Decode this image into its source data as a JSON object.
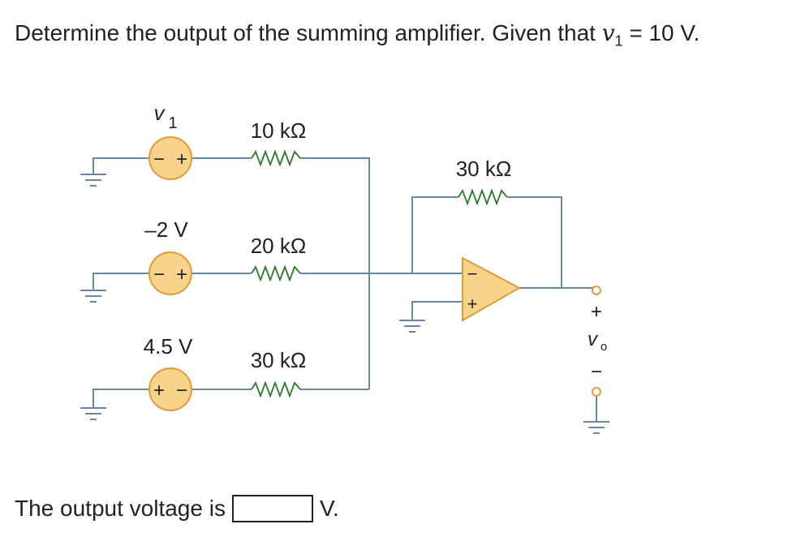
{
  "question": {
    "prefix": "Determine the output of the summing amplifier. Given that ",
    "var_letter": "v",
    "var_sub": "1",
    "suffix": " = 10 V."
  },
  "circuit": {
    "source1_label": "v",
    "source1_sub": "1",
    "source2_label": "–2 V",
    "source3_label": "4.5 V",
    "r1_label": "10 kΩ",
    "r2_label": "20 kΩ",
    "r3_label": "30 kΩ",
    "rf_label": "30 kΩ",
    "source_polarity_minus": "−",
    "source_polarity_plus": "+",
    "opamp_minus": "−",
    "opamp_plus": "+",
    "out_plus": "+",
    "out_minus": "−",
    "out_label": "v",
    "out_sub": "o"
  },
  "answer": {
    "prefix": "The output voltage is",
    "unit": "V."
  },
  "colors": {
    "wire": "#6b87a8",
    "source_fill": "#f7d48a",
    "source_stroke": "#e39a3b",
    "opamp_fill": "#f7d48a",
    "opamp_stroke": "#e39a3b",
    "resistor": "#2a7a2a"
  }
}
